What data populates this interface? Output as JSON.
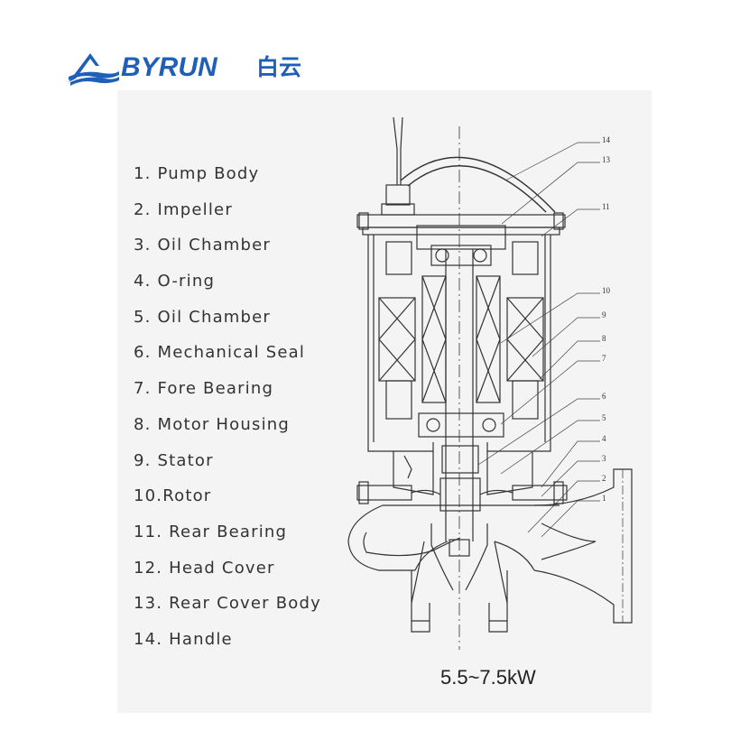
{
  "brand": {
    "name": "BYRUN",
    "chinese": "白云",
    "color": "#1f5fb8"
  },
  "legend": [
    {
      "label": "1. Pump Body"
    },
    {
      "label": "2. Impeller"
    },
    {
      "label": "3. Oil Chamber"
    },
    {
      "label": "4. O-ring"
    },
    {
      "label": "5. Oil Chamber"
    },
    {
      "label": "6. Mechanical Seal"
    },
    {
      "label": "7. Fore Bearing"
    },
    {
      "label": "8. Motor Housing"
    },
    {
      "label": "9. Stator"
    },
    {
      "label": "10.Rotor"
    },
    {
      "label": "11. Rear Bearing"
    },
    {
      "label": "12. Head Cover"
    },
    {
      "label": "13. Rear Cover Body"
    },
    {
      "label": "14. Handle"
    }
  ],
  "callouts": [
    "14",
    "13",
    "11",
    "10",
    "9",
    "8",
    "7",
    "6",
    "5",
    "4",
    "3",
    "2",
    "1"
  ],
  "power_rating": "5.5~7.5kW",
  "line_color": "#333333"
}
